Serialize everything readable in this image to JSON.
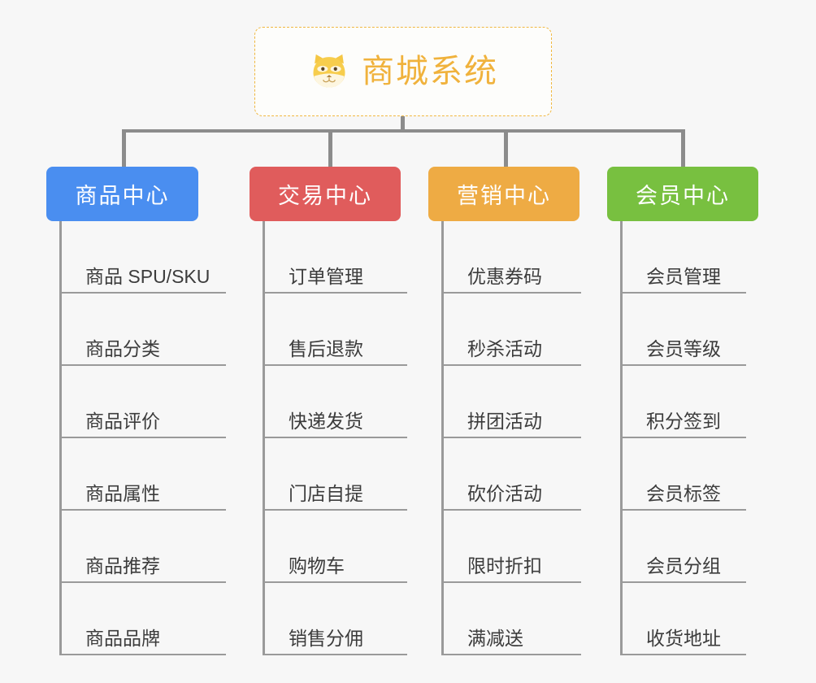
{
  "background_color": "#f7f7f7",
  "root": {
    "title": "商城系统",
    "icon": "shiba-dog-face-icon",
    "border_color": "#f0b840",
    "text_color": "#f0b23c",
    "background_color": "#fdfdfb"
  },
  "connector_color": "#8c8c8c",
  "leaf_line_color": "#9a9a9a",
  "leaf_text_color": "#3c3c3c",
  "branches": [
    {
      "label": "商品中心",
      "color": "#4a8ef0",
      "items": [
        "商品 SPU/SKU",
        "商品分类",
        "商品评价",
        "商品属性",
        "商品推荐",
        "商品品牌"
      ]
    },
    {
      "label": "交易中心",
      "color": "#e05c5c",
      "items": [
        "订单管理",
        "售后退款",
        "快递发货",
        "门店自提",
        "购物车",
        "销售分佣"
      ]
    },
    {
      "label": "营销中心",
      "color": "#eeab44",
      "items": [
        "优惠券码",
        "秒杀活动",
        "拼团活动",
        "砍价活动",
        "限时折扣",
        "满减送"
      ]
    },
    {
      "label": "会员中心",
      "color": "#78c040",
      "items": [
        "会员管理",
        "会员等级",
        "积分签到",
        "会员标签",
        "会员分组",
        "收货地址"
      ]
    }
  ]
}
